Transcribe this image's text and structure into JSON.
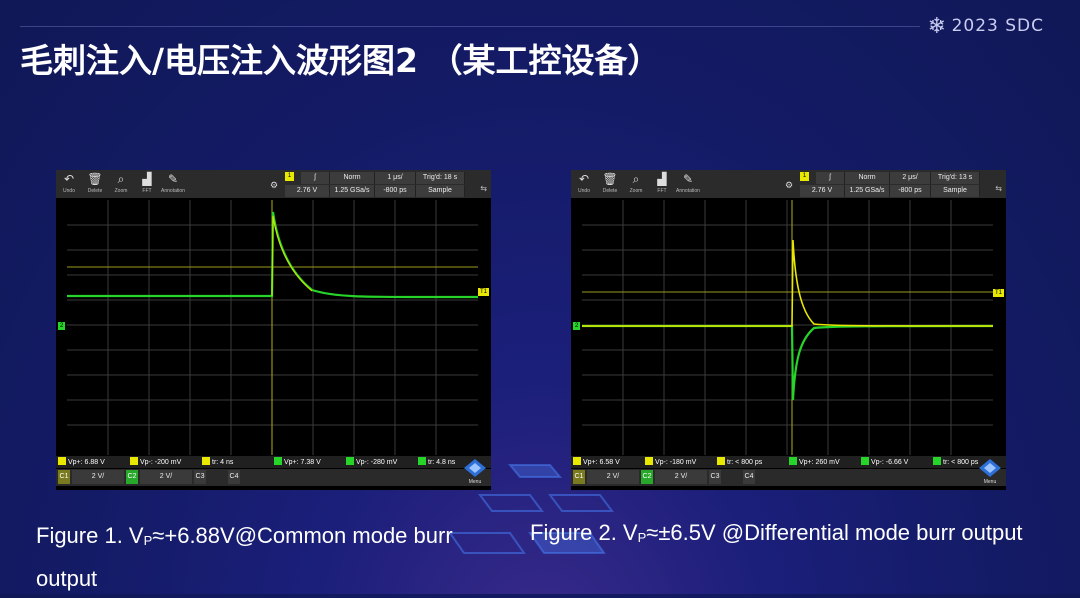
{
  "header": {
    "title": "毛刺注入/电压注入波形图2 （某工控设备）",
    "brand": "2023 SDC",
    "brand_icon": "snowflake-icon"
  },
  "toolbar_labels": [
    "Undo",
    "Delete",
    "Zoom",
    "FFT",
    "Annotation"
  ],
  "menu_label": "Menu",
  "scopes": [
    {
      "params_top": [
        "Norm",
        "1 μs/",
        "Trig'd: 18 s"
      ],
      "params_bottom": [
        "2.76 V",
        "1.25 GSa/s",
        "-800 ps",
        "Sample"
      ],
      "ch_marker": "1",
      "trigger_level_label": "T1",
      "channel_label": "2",
      "measurements": [
        {
          "label": "Vp+: 6.88 V",
          "color": "yellow"
        },
        {
          "label": "Vp-: -200 mV",
          "color": "yellow"
        },
        {
          "label": "tr: 4 ns",
          "color": "yellow"
        },
        {
          "label": "Vp+: 7.38 V",
          "color": "green"
        },
        {
          "label": "Vp-: -280 mV",
          "color": "green"
        },
        {
          "label": "tr: 4.8 ns",
          "color": "green"
        }
      ],
      "channels": [
        "C1",
        "2 V/",
        "C2",
        "2 V/",
        "C3",
        "C4"
      ],
      "waveform": "common"
    },
    {
      "params_top": [
        "Norm",
        "2 μs/",
        "Trig'd: 13 s"
      ],
      "params_bottom": [
        "2.76 V",
        "1.25 GSa/s",
        "-800 ps",
        "Sample"
      ],
      "ch_marker": "1",
      "trigger_level_label": "T1",
      "channel_label": "2",
      "measurements": [
        {
          "label": "Vp+: 6.58 V",
          "color": "yellow"
        },
        {
          "label": "Vp-: -180 mV",
          "color": "yellow"
        },
        {
          "label": "tr: < 800 ps",
          "color": "yellow"
        },
        {
          "label": "Vp+: 260 mV",
          "color": "green"
        },
        {
          "label": "Vp-: -6.66 V",
          "color": "green"
        },
        {
          "label": "tr: < 800 ps",
          "color": "green"
        }
      ],
      "channels": [
        "C1",
        "2 V/",
        "C2",
        "2 V/",
        "C3",
        "C4"
      ],
      "waveform": "differential"
    }
  ],
  "captions": {
    "fig1_prefix": "Figure 1. V",
    "fig1_sub": "P",
    "fig1_line1_rest": "≈+6.88V@Common mode burr",
    "fig1_line2": "output",
    "fig2_prefix": "Figure 2. V",
    "fig2_sub": "P",
    "fig2_rest": "≈±6.5V @Differential mode burr output"
  },
  "colors": {
    "ch1": "#e8e800",
    "ch2": "#27d42a",
    "background_dark": "#101857",
    "title_text": "#ffffff"
  }
}
